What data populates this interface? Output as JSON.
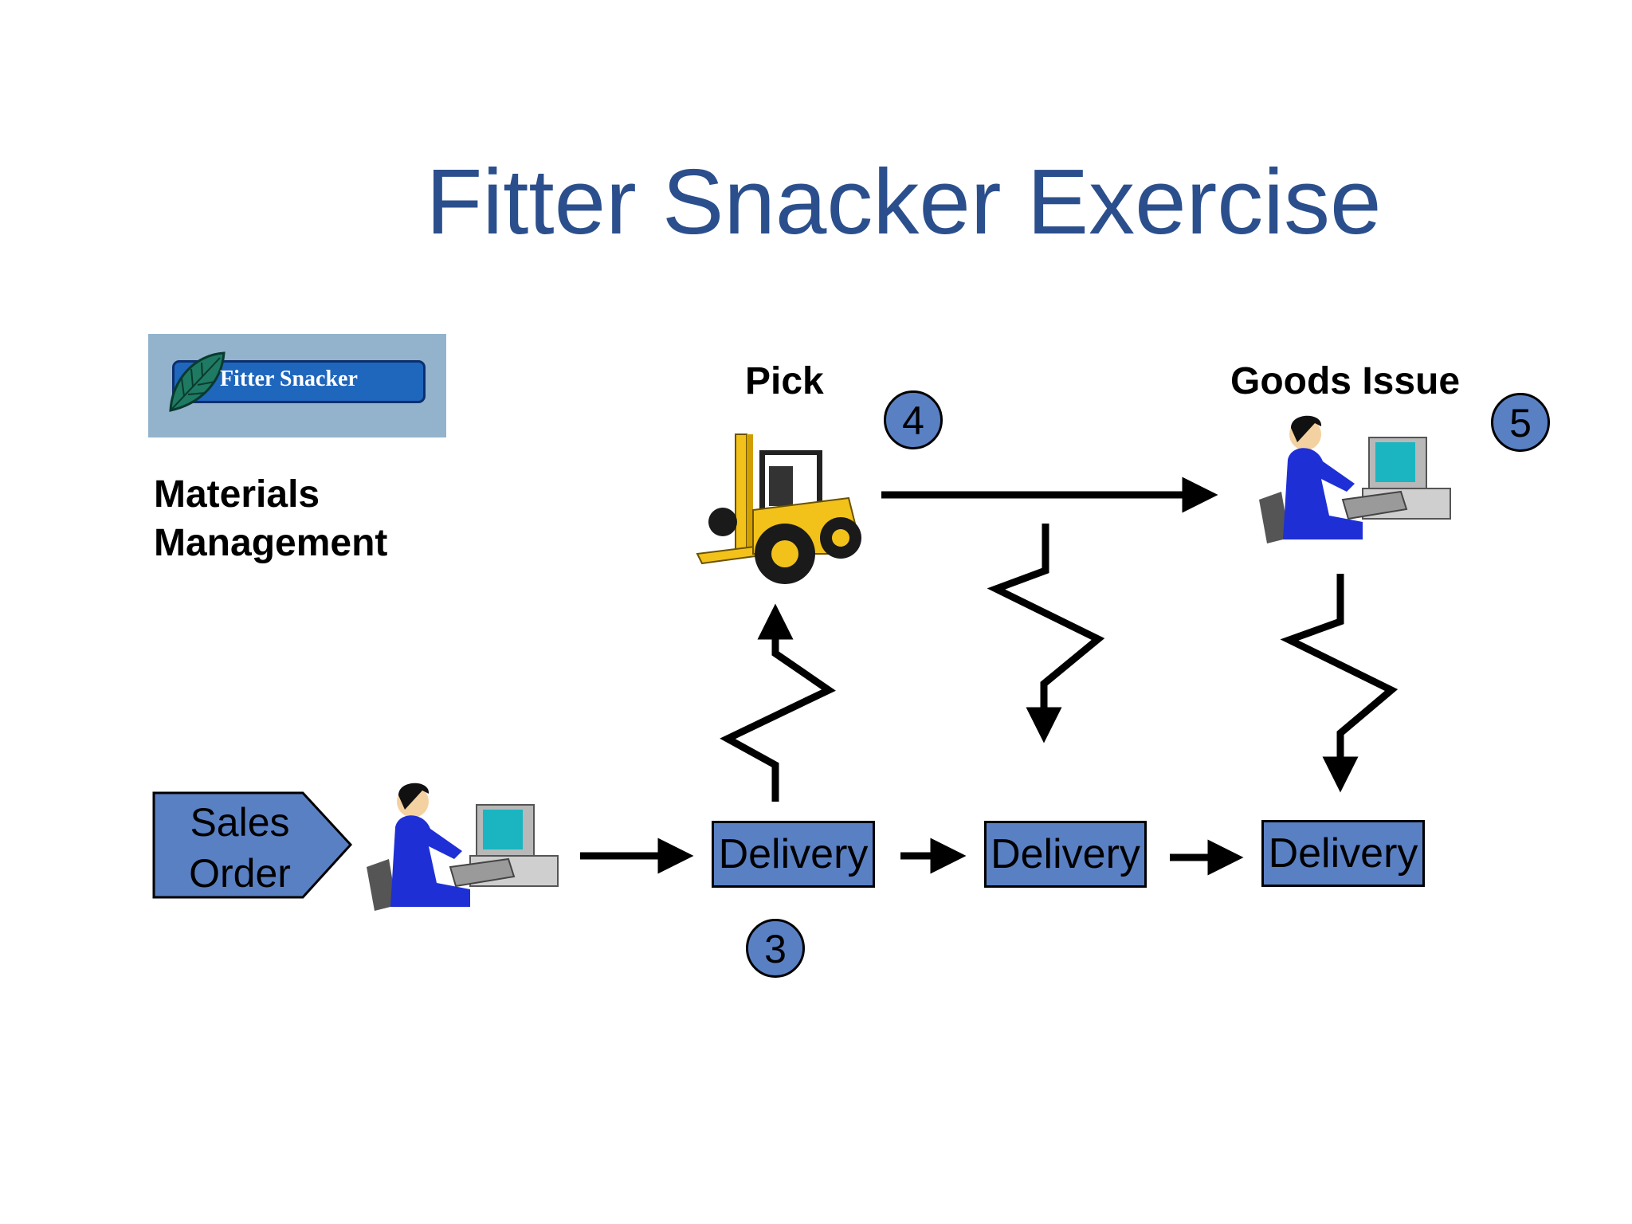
{
  "slide": {
    "title": "Fitter Snacker Exercise",
    "logo_text": "Fitter Snacker",
    "section_label": "Materials\nManagement"
  },
  "process": {
    "start": {
      "label": "Sales Order",
      "lines": [
        "Sales",
        "Order"
      ]
    },
    "pick": {
      "label": "Pick",
      "step": "4",
      "icon": "forklift-icon"
    },
    "goods_issue": {
      "label": "Goods Issue",
      "step": "5",
      "icon": "computer-operator-icon"
    },
    "deliveries": [
      {
        "label": "Delivery"
      },
      {
        "label": "Delivery"
      },
      {
        "label": "Delivery"
      }
    ],
    "step_3": "3"
  },
  "colors": {
    "title": "#2b4f8c",
    "box_fill": "#5a80c4",
    "logo_background": "#93b3cd",
    "logo_pill": "#1f66bd",
    "forklift": "#f2c21b",
    "operator_clothing": "#1f2fd6"
  }
}
